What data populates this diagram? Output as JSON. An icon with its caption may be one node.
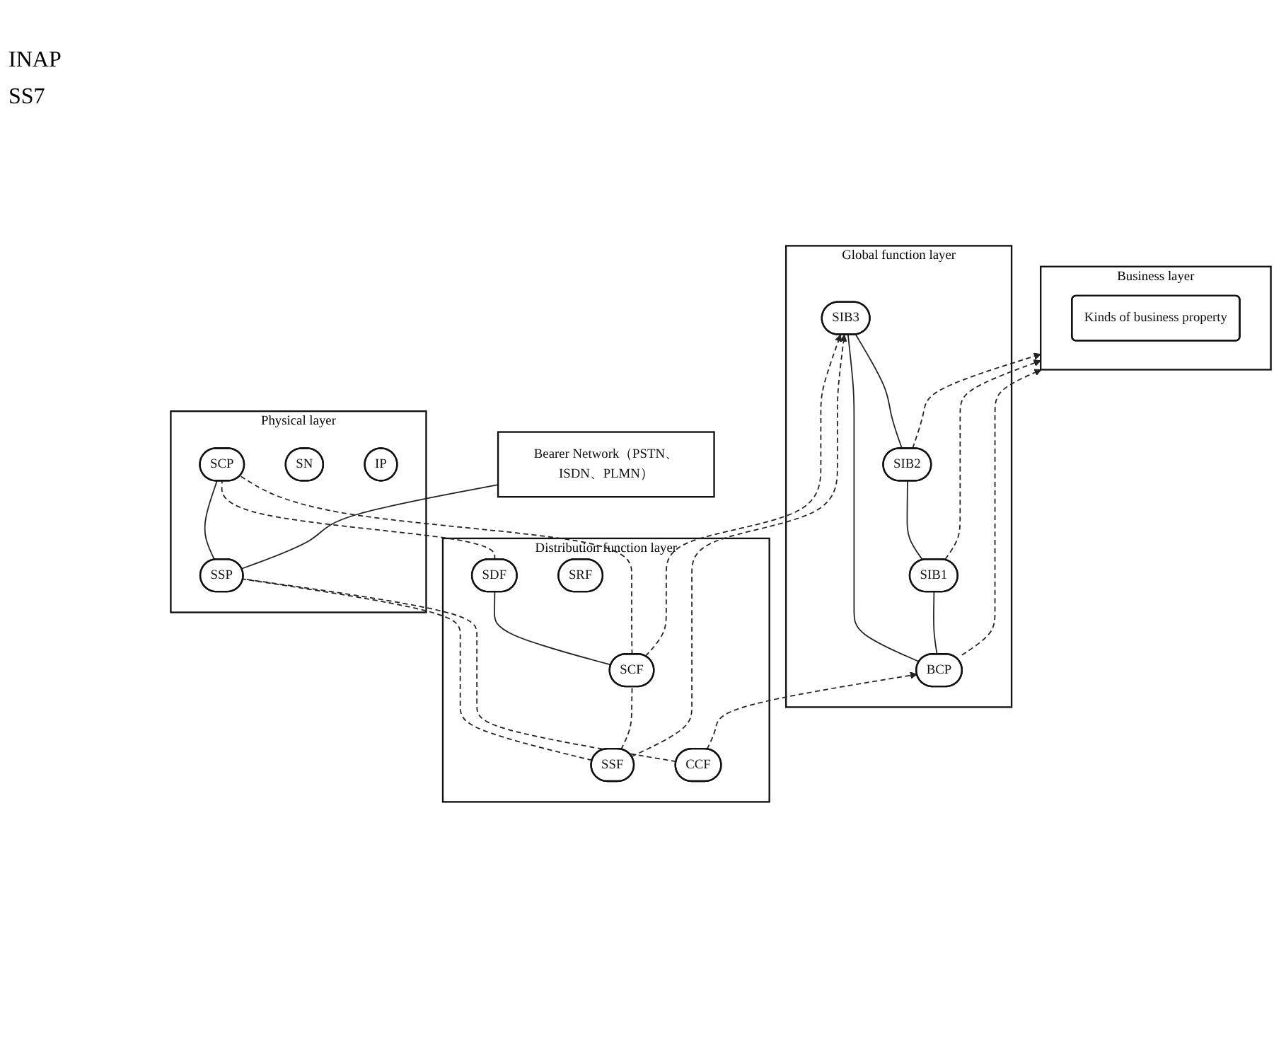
{
  "diagram": {
    "nodes": [
      {
        "text": [
          "Business layer"
        ]
      },
      {
        "text": [
          "Kinds of business property"
        ],
        "in": 0
      },
      {
        "text": [
          "Global function layer"
        ]
      },
      {
        "text": [
          "BCP"
        ],
        "in": 2
      },
      {
        "text": [
          "SIB1"
        ],
        "in": 2
      },
      {
        "text": [
          "SIB2"
        ],
        "in": 2
      },
      {
        "text": [
          "SIB3"
        ],
        "in": 2
      },
      {
        "text": [
          "Distribution function layer"
        ]
      },
      {
        "text": [
          "SCF"
        ],
        "in": 7
      },
      {
        "text": [
          "SDF"
        ],
        "in": 7
      },
      {
        "text": [
          "SSF"
        ],
        "in": 7
      },
      {
        "text": [
          "CCF"
        ],
        "in": 7
      },
      {
        "text": [
          "SRF"
        ],
        "in": 7
      },
      {
        "text": [
          "Physical layer"
        ]
      },
      {
        "text": [
          "SCP"
        ],
        "in": 13
      },
      {
        "text": [
          "SN"
        ],
        "in": 13
      },
      {
        "text": [
          "SSP"
        ],
        "in": 13
      },
      {
        "text": [
          "IP"
        ],
        "in": 13
      },
      {
        "text": [
          "Bearer Network（PSTN、ISDN、PLMN）"
        ]
      }
    ],
    "edges": [
      {
        "from": 3,
        "to": 0,
        "arrow": "to",
        "style": "dashed"
      },
      {
        "from": 4,
        "to": 0,
        "arrow": "to",
        "style": "dashed"
      },
      {
        "from": 5,
        "to": 0,
        "arrow": "to",
        "style": "dashed"
      },
      {
        "from": 3,
        "to": 4,
        "arrow": "none"
      },
      {
        "from": 4,
        "to": 5,
        "arrow": "none"
      },
      {
        "from": 5,
        "to": 6,
        "arrow": "none"
      },
      {
        "from": 3,
        "to": 6,
        "arrow": "none"
      },
      {
        "from": 11,
        "to": 3,
        "arrow": "to",
        "style": "dashed"
      },
      {
        "from": 10,
        "to": 6,
        "arrow": "to",
        "style": "dashed"
      },
      {
        "from": 8,
        "to": 6,
        "arrow": "to",
        "style": "dashed"
      },
      {
        "from": 10,
        "to": 8,
        "arrow": "none",
        "style": "dashed"
      },
      {
        "from": 8,
        "to": 9,
        "arrow": "none"
      },
      {
        "from": 11,
        "to": 16,
        "arrow": "none",
        "style": "dashed"
      },
      {
        "from": 10,
        "to": 16,
        "arrow": "none",
        "style": "dashed"
      },
      {
        "from": 8,
        "to": 14,
        "arrow": "none",
        "style": "dashed"
      },
      {
        "from": 9,
        "to": 14,
        "arrow": "none",
        "style": "dashed"
      },
      {
        "from": 16,
        "to": 14,
        "arrow": "none"
      },
      {
        "from": 16,
        "to": 18,
        "arrow": "none"
      }
    ],
    "labels": [
      "INAP",
      "SS7"
    ]
  }
}
